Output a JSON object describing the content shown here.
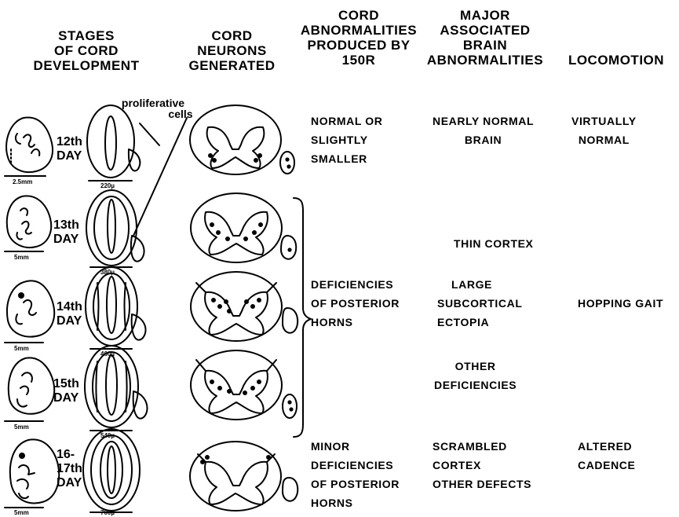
{
  "headers": {
    "stages": [
      "STAGES",
      "OF CORD",
      "DEVELOPMENT"
    ],
    "neurons": [
      "CORD",
      "NEURONS",
      "GENERATED"
    ],
    "cord_abnormalities": [
      "CORD",
      "ABNORMALITIES",
      "PRODUCED BY",
      "150R"
    ],
    "brain_abnormalities": [
      "MAJOR",
      "ASSOCIATED",
      "BRAIN",
      "ABNORMALITIES"
    ],
    "locomotion": [
      "LOCOMOTION"
    ]
  },
  "annotation": {
    "line1": "proliferative",
    "line2": "cells"
  },
  "stages": [
    {
      "day": [
        "12th",
        "DAY"
      ],
      "embryo_scale": "2.5mm",
      "section_scale": "220µ"
    },
    {
      "day": [
        "13th",
        "DAY"
      ],
      "embryo_scale": "5mm",
      "section_scale": "380µ"
    },
    {
      "day": [
        "14th",
        "DAY"
      ],
      "embryo_scale": "5mm",
      "section_scale": "460µ"
    },
    {
      "day": [
        "15th",
        "DAY"
      ],
      "embryo_scale": "5mm",
      "section_scale": "540µ"
    },
    {
      "day": [
        "16-",
        "17th",
        "DAY"
      ],
      "embryo_scale": "5mm",
      "section_scale": "700µ"
    }
  ],
  "cord_abnormalities": {
    "day12": [
      "NORMAL OR",
      "SLIGHTLY",
      "SMALLER"
    ],
    "days13_15": [
      "DEFICIENCIES",
      "OF POSTERIOR",
      "HORNS"
    ],
    "day16_17": [
      "MINOR",
      "DEFICIENCIES",
      "OF POSTERIOR",
      "HORNS"
    ]
  },
  "brain_abnormalities": {
    "day12": [
      "NEARLY NORMAL",
      "BRAIN"
    ],
    "thin_cortex": [
      "THIN CORTEX"
    ],
    "ectopia": [
      "LARGE",
      "SUBCORTICAL",
      "ECTOPIA"
    ],
    "other": [
      "OTHER",
      "DEFICIENCIES"
    ],
    "day16_17": [
      "SCRAMBLED",
      "CORTEX",
      "OTHER DEFECTS"
    ]
  },
  "locomotion": {
    "day12": [
      "VIRTUALLY",
      "NORMAL"
    ],
    "days13_15": [
      "HOPPING GAIT"
    ],
    "day16_17": [
      "ALTERED",
      "CADENCE"
    ]
  }
}
